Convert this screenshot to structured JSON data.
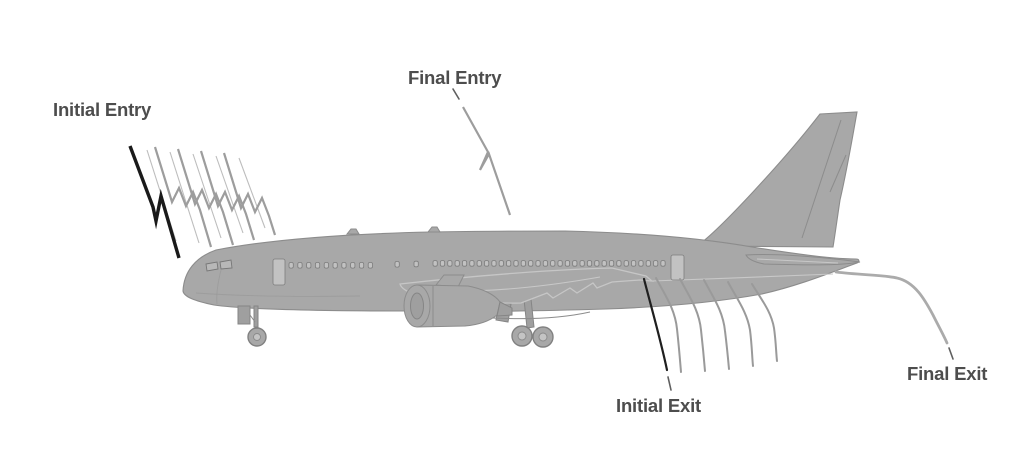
{
  "figure": {
    "type": "diagram",
    "subject": "aircraft lightning strike attachment points"
  },
  "labels": {
    "initial_entry": "Initial Entry",
    "final_entry": "Final Entry",
    "initial_exit": "Initial Exit",
    "final_exit": "Final Exit"
  },
  "colors": {
    "background": "#ffffff",
    "aircraft_fill": "#a8a8a8",
    "aircraft_outline": "#8c8c8c",
    "light_detail": "#c8c8c8",
    "bolt_primary": "#1a1a1a",
    "bolt_secondary": "#9d9d9d",
    "bolt_faint": "#bdbdbd",
    "streamer_gray": "#9a9a9a",
    "tail_streamer": "#ababab",
    "label_text": "#4d4d4d"
  }
}
